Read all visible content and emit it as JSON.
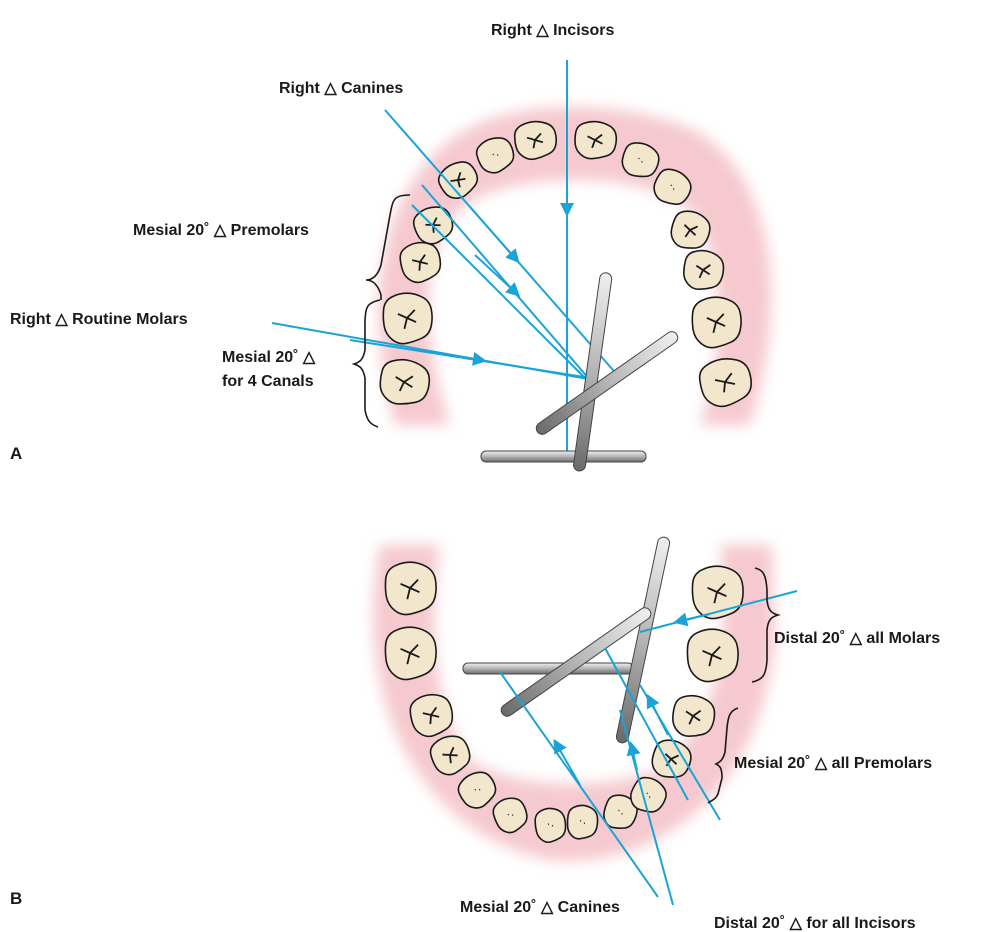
{
  "panels": {
    "a": {
      "letter": "A",
      "labels": {
        "right_incisors": "Right △ Incisors",
        "right_canines": "Right △ Canines",
        "mesial_premolars": "Mesial 20˚ △ Premolars",
        "right_routine_molars": "Right △ Routine Molars",
        "mesial_four_canals_1": "Mesial 20˚ △",
        "mesial_four_canals_2": "for 4 Canals"
      }
    },
    "b": {
      "letter": "B",
      "labels": {
        "distal_all_molars": "Distal 20˚ △ all Molars",
        "mesial_all_premolars": "Mesial 20˚ △ all Premolars",
        "mesial_canines": "Mesial 20˚ △ Canines",
        "distal_all_incisors": "Distal 20˚ △ for all Incisors"
      }
    }
  },
  "colors": {
    "beam": "#1aa3d6",
    "gum": "#f5c9cf",
    "tooth_fill": "#f2e6cc",
    "tooth_outline": "#1a1a1a",
    "holder_light": "#e0e0e0",
    "holder_dark": "#6d6d6d"
  }
}
